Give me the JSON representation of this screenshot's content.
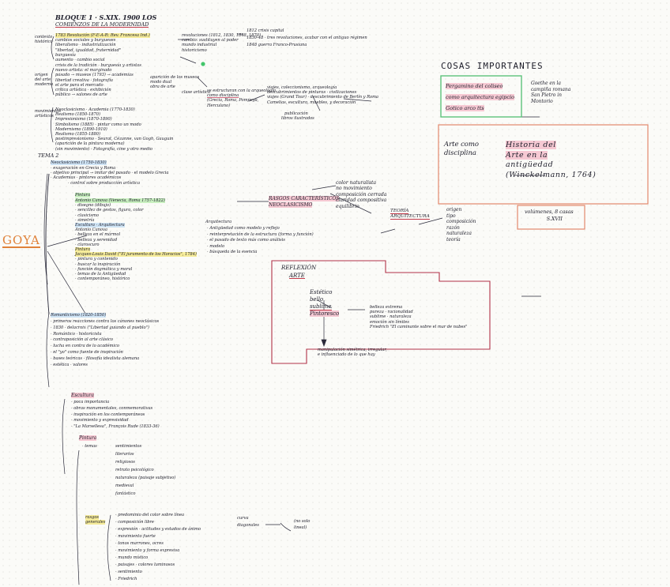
{
  "header": {
    "title": "BLOQUE 1 · S.XIX. 1900 LOS",
    "subtitle": "COMIENZOS DE LA MODERNIDAD"
  },
  "context": {
    "label1": "contexto",
    "label2": "histórico",
    "lines": [
      "1783 Revolución (F-E-A-R: Rev. Francesa Ind.)",
      "cambios sociales y burgueses",
      "liberalismo · industrialización",
      "\"libertad, igualdad, fraternidad\"",
      "burguesía",
      "aumento · cambio social"
    ]
  },
  "revolutions": [
    "revoluciones (1812, 1830, 1848, 1870)",
    "cambio: sustituyen al poder",
    "mundo industrial",
    "historicismo"
  ],
  "years_right": [
    "1812 crisis capital",
    "1830-48 · tres revoluciones, acabar con el antiguo régimen",
    "1848 guerra Franco-Prusiana"
  ],
  "origin": {
    "label": "origen del arte moderno",
    "lines": [
      "crisis de la tradición · burguesía y artistas",
      "nuevo artista: el marginado",
      "pasado → museos (1793) → academias",
      "libertad creativa · fotografía",
      "el arte para el mercado",
      "crítica artística · exhibición",
      "público → salones de arte"
    ],
    "side": [
      "aparición de los museos",
      "modo dual",
      "obra de arte",
      "clase artística"
    ]
  },
  "archaeology": [
    "se estructuran con la arqueología",
    "como disciplina",
    "(Grecia, Roma, Pompeya,",
    "Herculano)"
  ],
  "travels": [
    "viajes, coleccionismo, arqueología",
    "descubrimientos de pinturas · civilizaciones",
    "viajes (Grand Tour) · descubrimiento de Berlín y Roma",
    "Camelias, escultura, muebles, y decoración",
    "publicación",
    "libros ilustrados"
  ],
  "movements": {
    "label": "movimientos artísticos",
    "lines": [
      "Neoclasicismo · Academia (1770-1830)",
      "Realismo (1850-1870)",
      "Impresionismo (1870-1890)",
      "Simbolismo (1885) · pintar como un modo",
      "Modernismo (1890-1910)",
      "Realismo (1855-1880)",
      "postimpresionismo · Seurat, Cézanne, van Gogh, Gauguin",
      "(aparición de la pintura moderna)",
      "(sin movimiento) · Fotografía, cine y otro medio"
    ]
  },
  "tema2": "TEMA 2",
  "neoclassic": {
    "title": "Neoclasicismo (1750-1830)",
    "lines": [
      "· exageración en Grecia y Roma",
      "· objetivo principal → imitar del pasado · el modelo Grecia",
      "· Academias · pintores académicos",
      "· control sobre producción artística"
    ]
  },
  "features": {
    "title": "RASGOS CARACTERÍSTICOS",
    "sub": "NEOCLASICISMO",
    "lines": [
      "color naturalista",
      "no movimiento",
      "composición cerrada",
      "claridad compositiva",
      "equilibrio"
    ]
  },
  "theory": {
    "title": "TEORÍA ARQUITECTURA",
    "lines": [
      "origen",
      "tipo",
      "composición",
      "razón",
      "naturaleza",
      "teoría"
    ]
  },
  "painting_neo": {
    "label": "Pintura",
    "lines": [
      "Antonio Canova (Venecia, Roma 1757-1822)",
      "· disegno (dibujo)",
      "· sencillez de gestos, figura, color",
      "· clasicismo",
      "· simetría",
      "Escultura · Arquitectura",
      "Antonio Canova",
      "· belleza en el mármol",
      "· belleza y serenidad",
      "· claroscuro",
      "Pintura",
      "Jacques-Louis David (\"El juramento de los Horacios\", 1784)",
      "· pintura y contenido",
      "· buscar la inspiración",
      "· función dogmática y moral",
      "· temas de la Antigüedad",
      "· contemporáneo, histórico"
    ]
  },
  "architecture": {
    "title": "Arquitectura",
    "lines": [
      "· Antigüedad como modelo y reflejo",
      "· reinterpretación de la estructura (forma y función)",
      "· el pasado de texto más como análisis",
      "· modelo",
      "· búsqueda de la esencia"
    ]
  },
  "reflection": {
    "title": "REFLEXIÓN",
    "sub": "ARTE",
    "items": [
      "Estético",
      "bello",
      "sublime",
      "Pintoresco"
    ],
    "right": [
      "belleza extrema",
      "pureza · racionalidad",
      "sublime · naturaleza",
      "emoción sin límites",
      "Friedrich \"El caminante sobre el mar de nubes\""
    ],
    "bottom": [
      "manipulación simétrica, irregular,",
      "e influenciado de lo que hay"
    ]
  },
  "right_boxes": {
    "important_title": "COSAS IMPORTANTES",
    "green_lines": [
      "Pergamino del coliseo",
      "como arquitectura egipcio",
      "Gotico arco tts"
    ],
    "green_side": [
      "Goethe en la",
      "campiña romana",
      "San Pietro in",
      "Montorio"
    ],
    "orange_left": [
      "Arte como",
      "disciplina"
    ],
    "orange_right": [
      "Historia del",
      "Arte en la",
      "antigüedad",
      "(Winckelmann, 1764)"
    ],
    "small_box": [
      "volúmenes, 8 casas",
      "S.XVII"
    ]
  },
  "romanticism": {
    "title": "Romanticismo (1820-1850)",
    "lines": [
      "· primeros reacciones contra los cánones neoclásicos",
      "· 1830 · delacroix (\"Libertad guiando al pueblo\")",
      "· Romántico · historicista",
      "· contraposición al arte clásico",
      "· lucha en contra de lo académico",
      "· el \"yo\" como fuente de inspiración",
      "· bases teóricas · filosofía idealista alemana",
      "· estética · valores"
    ]
  },
  "sculpture_rom": {
    "title": "Escultura",
    "lines": [
      "· poca importancia",
      "· obras monumentales, conmemorativas",
      "· inspiración en los contemporáneos",
      "· movimiento y expresividad",
      "· \"La Marsellesa\", François Rude (1833-36)"
    ]
  },
  "painting_rom": {
    "title": "Pintura",
    "themes_label": "· temas",
    "themes": [
      "sentimientos",
      "literarios",
      "religiosos",
      "retrato psicológico",
      "naturaleza (paisaje subjetivo)",
      "medieval",
      "fantástico"
    ],
    "general_label": "rasgos generales",
    "general": [
      "· predominio del color sobre línea",
      "· composición libre",
      "· expresión · actitudes y estados de ánimo",
      "· movimiento fuerte",
      "· tonos marrones, ocres",
      "· movimiento y forma expresiva",
      "· mundo místico",
      "· paisajes · colores luminosos",
      "· sentimiento",
      "· Friedrich"
    ],
    "curve": [
      "curva",
      "diagonales"
    ],
    "end": [
      "(no solo",
      "lineal)"
    ]
  },
  "goya": "GOYA"
}
